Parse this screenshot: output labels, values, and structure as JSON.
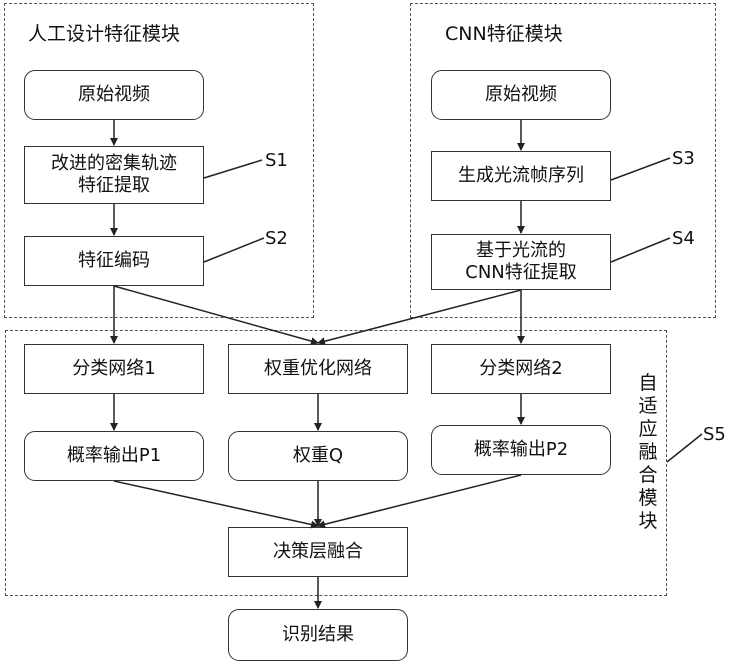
{
  "modules": {
    "handcrafted_title": "人工设计特征模块",
    "cnn_title": "CNN特征模块",
    "fusion_title": "自适应融合模块"
  },
  "left": {
    "video": "原始视频",
    "trajectory_line1": "改进的密集轨迹",
    "trajectory_line2": "特征提取",
    "encoding": "特征编码"
  },
  "right": {
    "video": "原始视频",
    "optical_flow": "生成光流帧序列",
    "cnn_line1": "基于光流的",
    "cnn_line2": "CNN特征提取"
  },
  "fusion": {
    "classifier1": "分类网络1",
    "weight_net": "权重优化网络",
    "classifier2": "分类网络2",
    "prob1": "概率输出P1",
    "weight_q": "权重Q",
    "prob2": "概率输出P2",
    "decision": "决策层融合"
  },
  "result": "识别结果",
  "steps": {
    "s1": "S1",
    "s2": "S2",
    "s3": "S3",
    "s4": "S4",
    "s5": "S5"
  }
}
